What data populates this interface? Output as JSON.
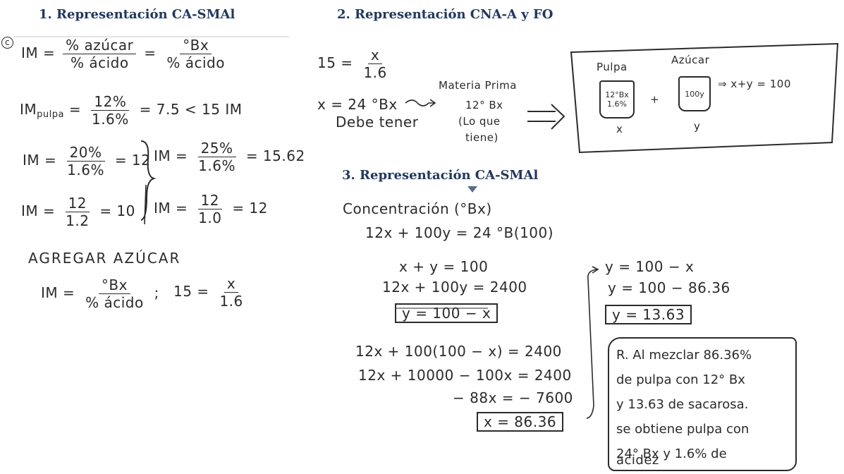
{
  "headings": {
    "h1": "1. Representación CA-SMAl",
    "h2": "2. Representación CNA-A y FO",
    "h3": "3. Representación CA-SMAl"
  },
  "section1": {
    "marker": "c",
    "im_label": "IM =",
    "f1_num": "% azúcar",
    "f1_den": "% ácido",
    "eq_sign": "=",
    "f2_num": "°Bx",
    "f2_den": "% ácido",
    "im_pulpa_label": "IM",
    "im_pulpa_sub": "pulpa",
    "f3_num": "12%",
    "f3_den": "1.6%",
    "f3_result": "= 7.5 < 15 IM",
    "a_label": "IM =",
    "a_num": "20%",
    "a_den": "1.6%",
    "a_result": "= 12",
    "b_label": "IM =",
    "b_num": "25%",
    "b_den": "1.6%",
    "b_result": "= 15.62",
    "c_label": "IM =",
    "c_num": "12",
    "c_den": "1.2",
    "c_result": "= 10",
    "d_label": "IM =",
    "d_num": "12",
    "d_den": "1.0",
    "d_result": "= 12",
    "agregar": "AGREGAR AZÚCAR",
    "e_label": "IM =",
    "e_num": "°Bx",
    "e_den": "% ácido",
    "e_sep": ";",
    "g_label": "15 =",
    "g_num": "x",
    "g_den": "1.6"
  },
  "section2": {
    "eq_label": "15 =",
    "eq_num": "x",
    "eq_den": "1.6",
    "x_value": "x = 24 °Bx",
    "debe_tener": "Debe tener",
    "materia_prima": "Materia Prima",
    "mp_bx": "12° Bx",
    "lo_que": "(Lo que",
    "tiene": "tiene)",
    "pulpa": "Pulpa",
    "azucar": "Azúcar",
    "cup1_bx": "12°Bx",
    "cup1_acid": "1.6%",
    "plus": "+",
    "cup2_label": "100y",
    "implies": "⇒ x+y = 100",
    "var_x": "x",
    "var_y": "y"
  },
  "section3": {
    "concentracion": "Concentración (°Bx)",
    "eq1": "12x + 100y = 24 °B(100)",
    "eq2": "x + y = 100",
    "eq3": "12x + 100y = 2400",
    "eq4": "y = 100 − x",
    "eq5": "12x + 100(100 − x) = 2400",
    "eq6": "12x + 10000 − 100x = 2400",
    "eq7": "− 88x = − 7600",
    "eq8": "x = 86.36",
    "r1": "y = 100 − x",
    "r2": "y = 100 − 86.36",
    "r3": "y = 13.63",
    "answer": [
      "R. Al mezclar 86.36%",
      "de pulpa con 12° Bx",
      "y 13.63 de sacarosa.",
      "se obtiene pulpa con",
      "24° Bx y 1.6% de",
      "acidez"
    ]
  }
}
